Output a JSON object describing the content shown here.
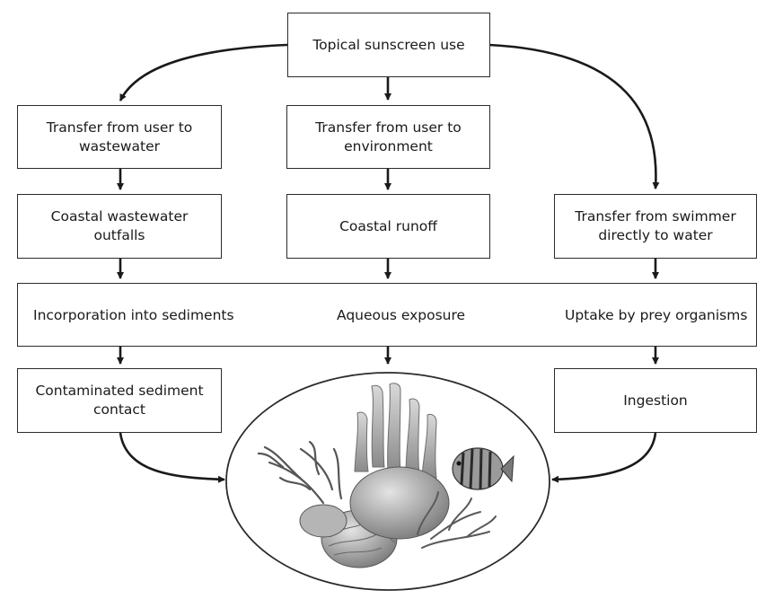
{
  "boxes": {
    "top": "Topical sunscreen use",
    "transfer_wastewater": "Transfer from user to wastewater",
    "transfer_environment": "Transfer from user to environment",
    "coastal_outfalls": "Coastal wastewater outfalls",
    "coastal_runoff": "Coastal runoff",
    "transfer_swimmer": "Transfer from swimmer directly to water",
    "contaminated_sediment": "Contaminated sediment contact",
    "ingestion": "Ingestion"
  },
  "band": {
    "left": "Incorporation into sediments",
    "middle": "Aqueous exposure",
    "right": "Uptake by prey organisms"
  },
  "colors": {
    "line": "#1a1a1a",
    "border": "#2b2b2b"
  },
  "illustration": {
    "icon": "coral-reef-with-fish-icon"
  }
}
